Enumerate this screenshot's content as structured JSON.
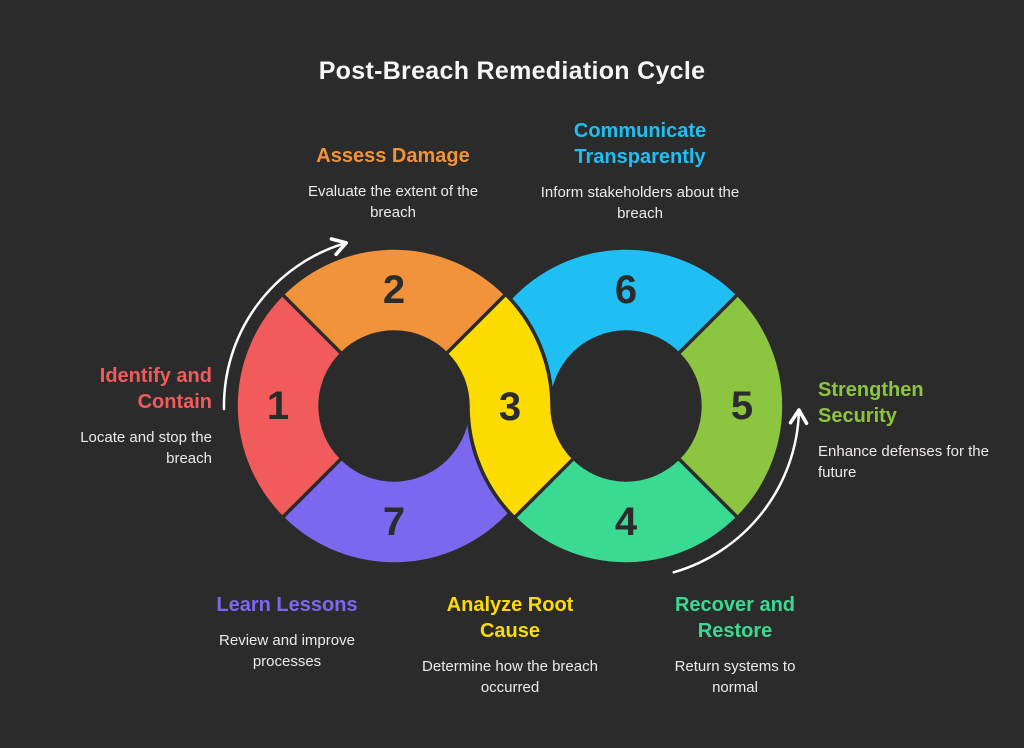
{
  "title": "Post-Breach Remediation Cycle",
  "colors": {
    "background": "#2b2b2b",
    "segment_outline": "#2b2b2b",
    "number_text": "#2b2b2b",
    "title_text": "#f7f5f5",
    "description_text": "#eeeaea",
    "arrow": "#ffffff"
  },
  "steps": [
    {
      "id": "identify",
      "number": "1",
      "label": "Identify and Contain",
      "description": "Locate and stop the breach",
      "color": "#f15b5b"
    },
    {
      "id": "assess",
      "number": "2",
      "label": "Assess Damage",
      "description": "Evaluate the extent of the breach",
      "color": "#f0933a"
    },
    {
      "id": "analyze",
      "number": "3",
      "label": "Analyze Root Cause",
      "description": "Determine how the breach occurred",
      "color": "#fcdc00"
    },
    {
      "id": "recover",
      "number": "4",
      "label": "Recover and Restore",
      "description": "Return systems to normal",
      "color": "#3bda92"
    },
    {
      "id": "strengthen",
      "number": "5",
      "label": "Strengthen Security",
      "description": "Enhance defenses for the future",
      "color": "#8cc540"
    },
    {
      "id": "communicate",
      "number": "6",
      "label": "Communicate Transparently",
      "description": "Inform stakeholders about the breach",
      "color": "#20bff3"
    },
    {
      "id": "learn",
      "number": "7",
      "label": "Learn Lessons",
      "description": "Review and improve processes",
      "color": "#7b68ee"
    }
  ]
}
